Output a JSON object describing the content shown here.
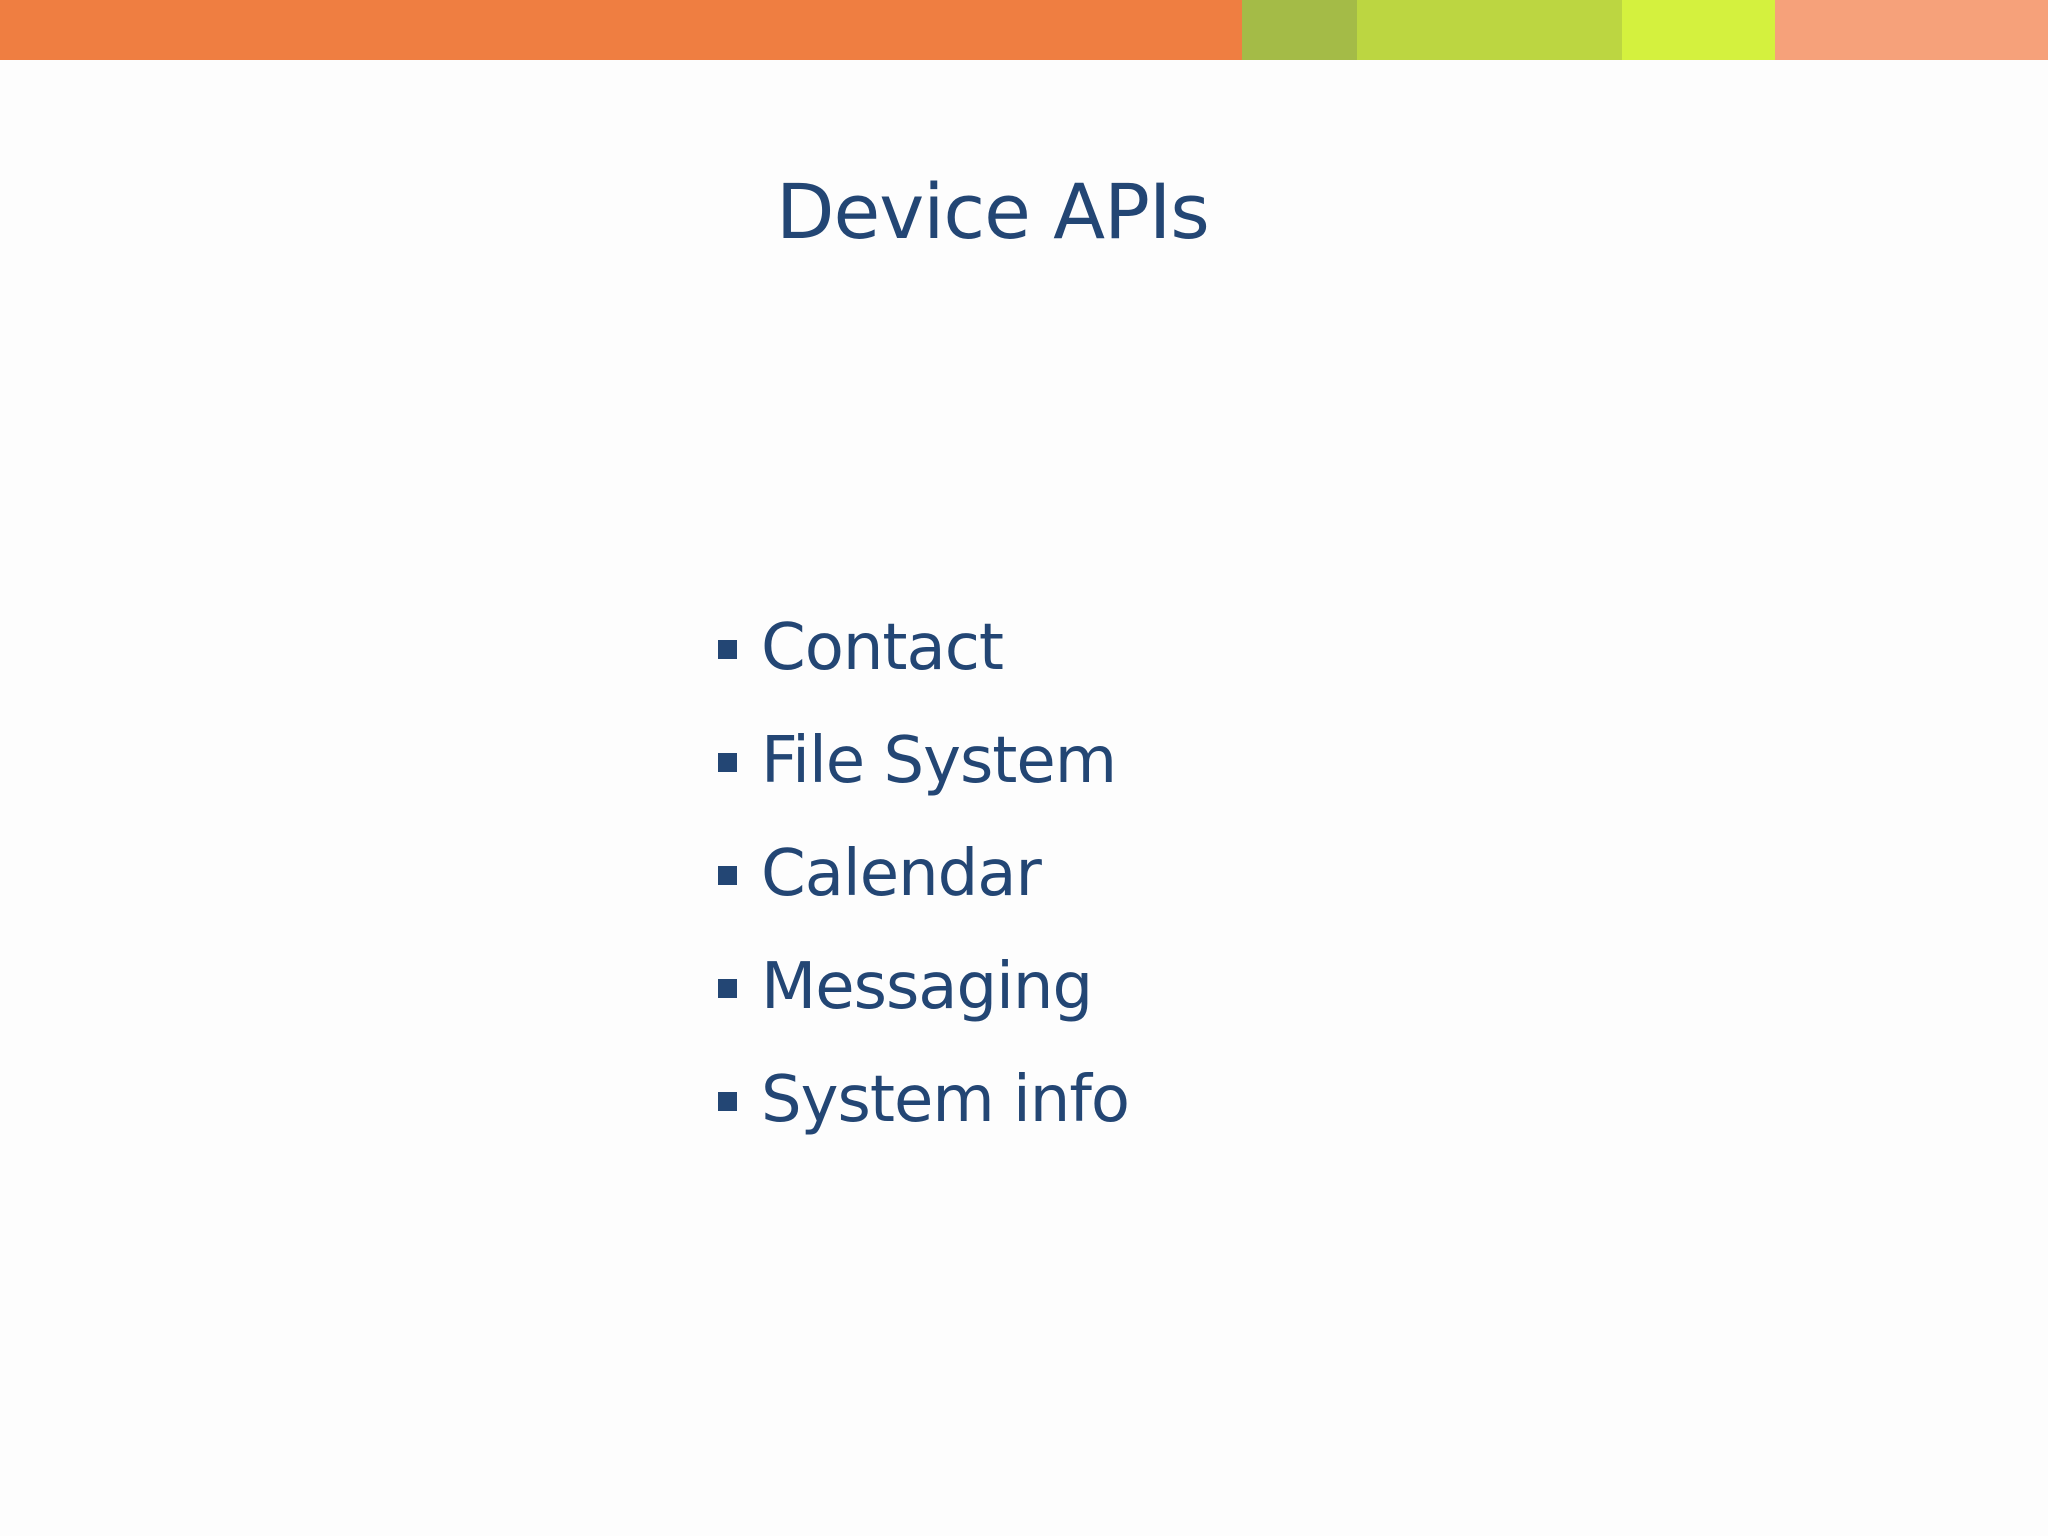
{
  "colors": {
    "text": "#234674",
    "background": "#fdfdfd",
    "band": [
      "#ef7e41",
      "#a4bb47",
      "#bcd641",
      "#d4f13e",
      "#f6a17a"
    ]
  },
  "slide": {
    "title": "Device APIs",
    "bullets": [
      "Contact",
      "File System",
      "Calendar",
      "Messaging",
      "System info"
    ]
  }
}
